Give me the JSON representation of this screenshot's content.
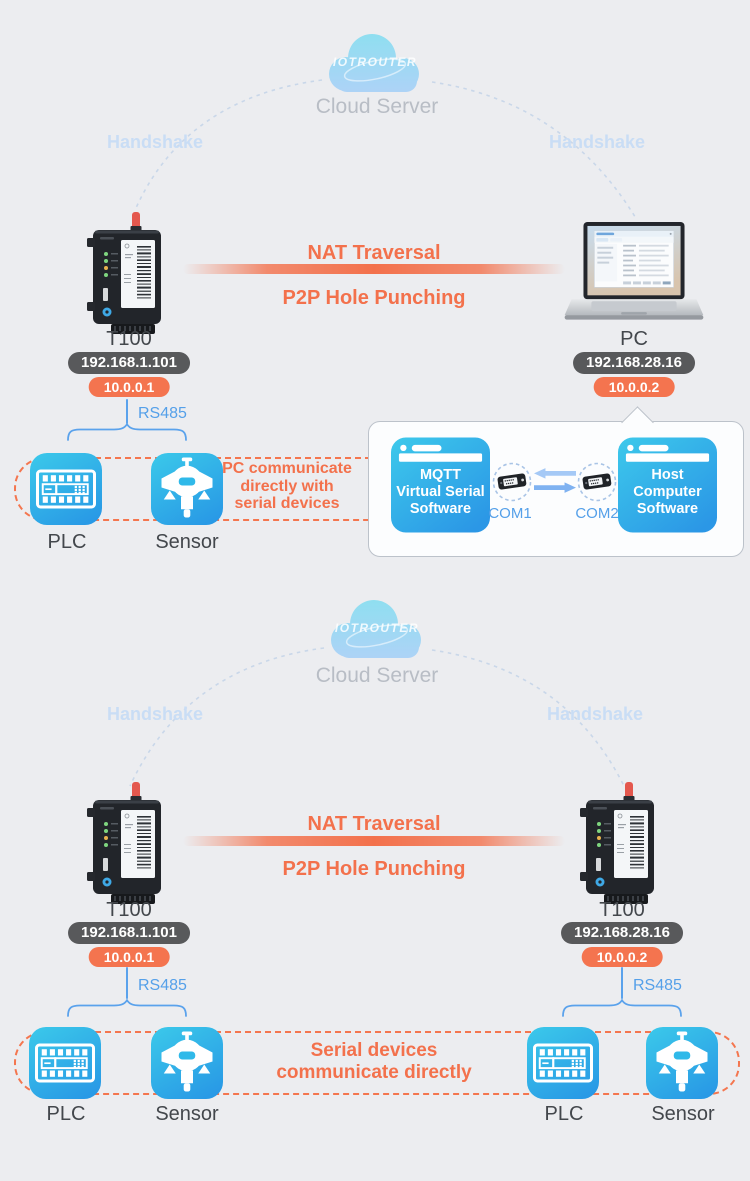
{
  "colors": {
    "accent_orange": "#F3714C",
    "blue": "#55A0E9",
    "pill_dark": "#58595B",
    "pill_orange": "#F4744F",
    "background": "#ECEDF0"
  },
  "d1": {
    "cloud": {
      "logo": "IOTROUTER",
      "label": "Cloud Server"
    },
    "handshake_left": "Handshake",
    "handshake_right": "Handshake",
    "link": {
      "top": "NAT Traversal",
      "bottom": "P2P Hole Punching"
    },
    "t100": {
      "label": "T100",
      "ip": "192.168.1.101",
      "vip": "10.0.0.1"
    },
    "pc": {
      "label": "PC",
      "ip": "192.168.28.16",
      "vip": "10.0.0.2"
    },
    "rs485": "RS485",
    "plc": "PLC",
    "sensor": "Sensor",
    "note": "PC communicate\ndirectly with\nserial devices",
    "software": {
      "left_app": "MQTT\nVirtual Serial\nSoftware",
      "com1": "COM1",
      "com2": "COM2",
      "right_app": "Host\nComputer\nSoftware"
    }
  },
  "d2": {
    "cloud": {
      "logo": "IOTROUTER",
      "label": "Cloud Server"
    },
    "handshake_left": "Handshake",
    "handshake_right": "Handshake",
    "link": {
      "top": "NAT Traversal",
      "bottom": "P2P Hole Punching"
    },
    "t100_left": {
      "label": "T100",
      "ip": "192.168.1.101",
      "vip": "10.0.0.1"
    },
    "t100_right": {
      "label": "T100",
      "ip": "192.168.28.16",
      "vip": "10.0.0.2"
    },
    "rs485_left": "RS485",
    "rs485_right": "RS485",
    "plc_left": "PLC",
    "sensor_left": "Sensor",
    "plc_right": "PLC",
    "sensor_right": "Sensor",
    "note": "Serial devices\ncommunicate directly"
  }
}
